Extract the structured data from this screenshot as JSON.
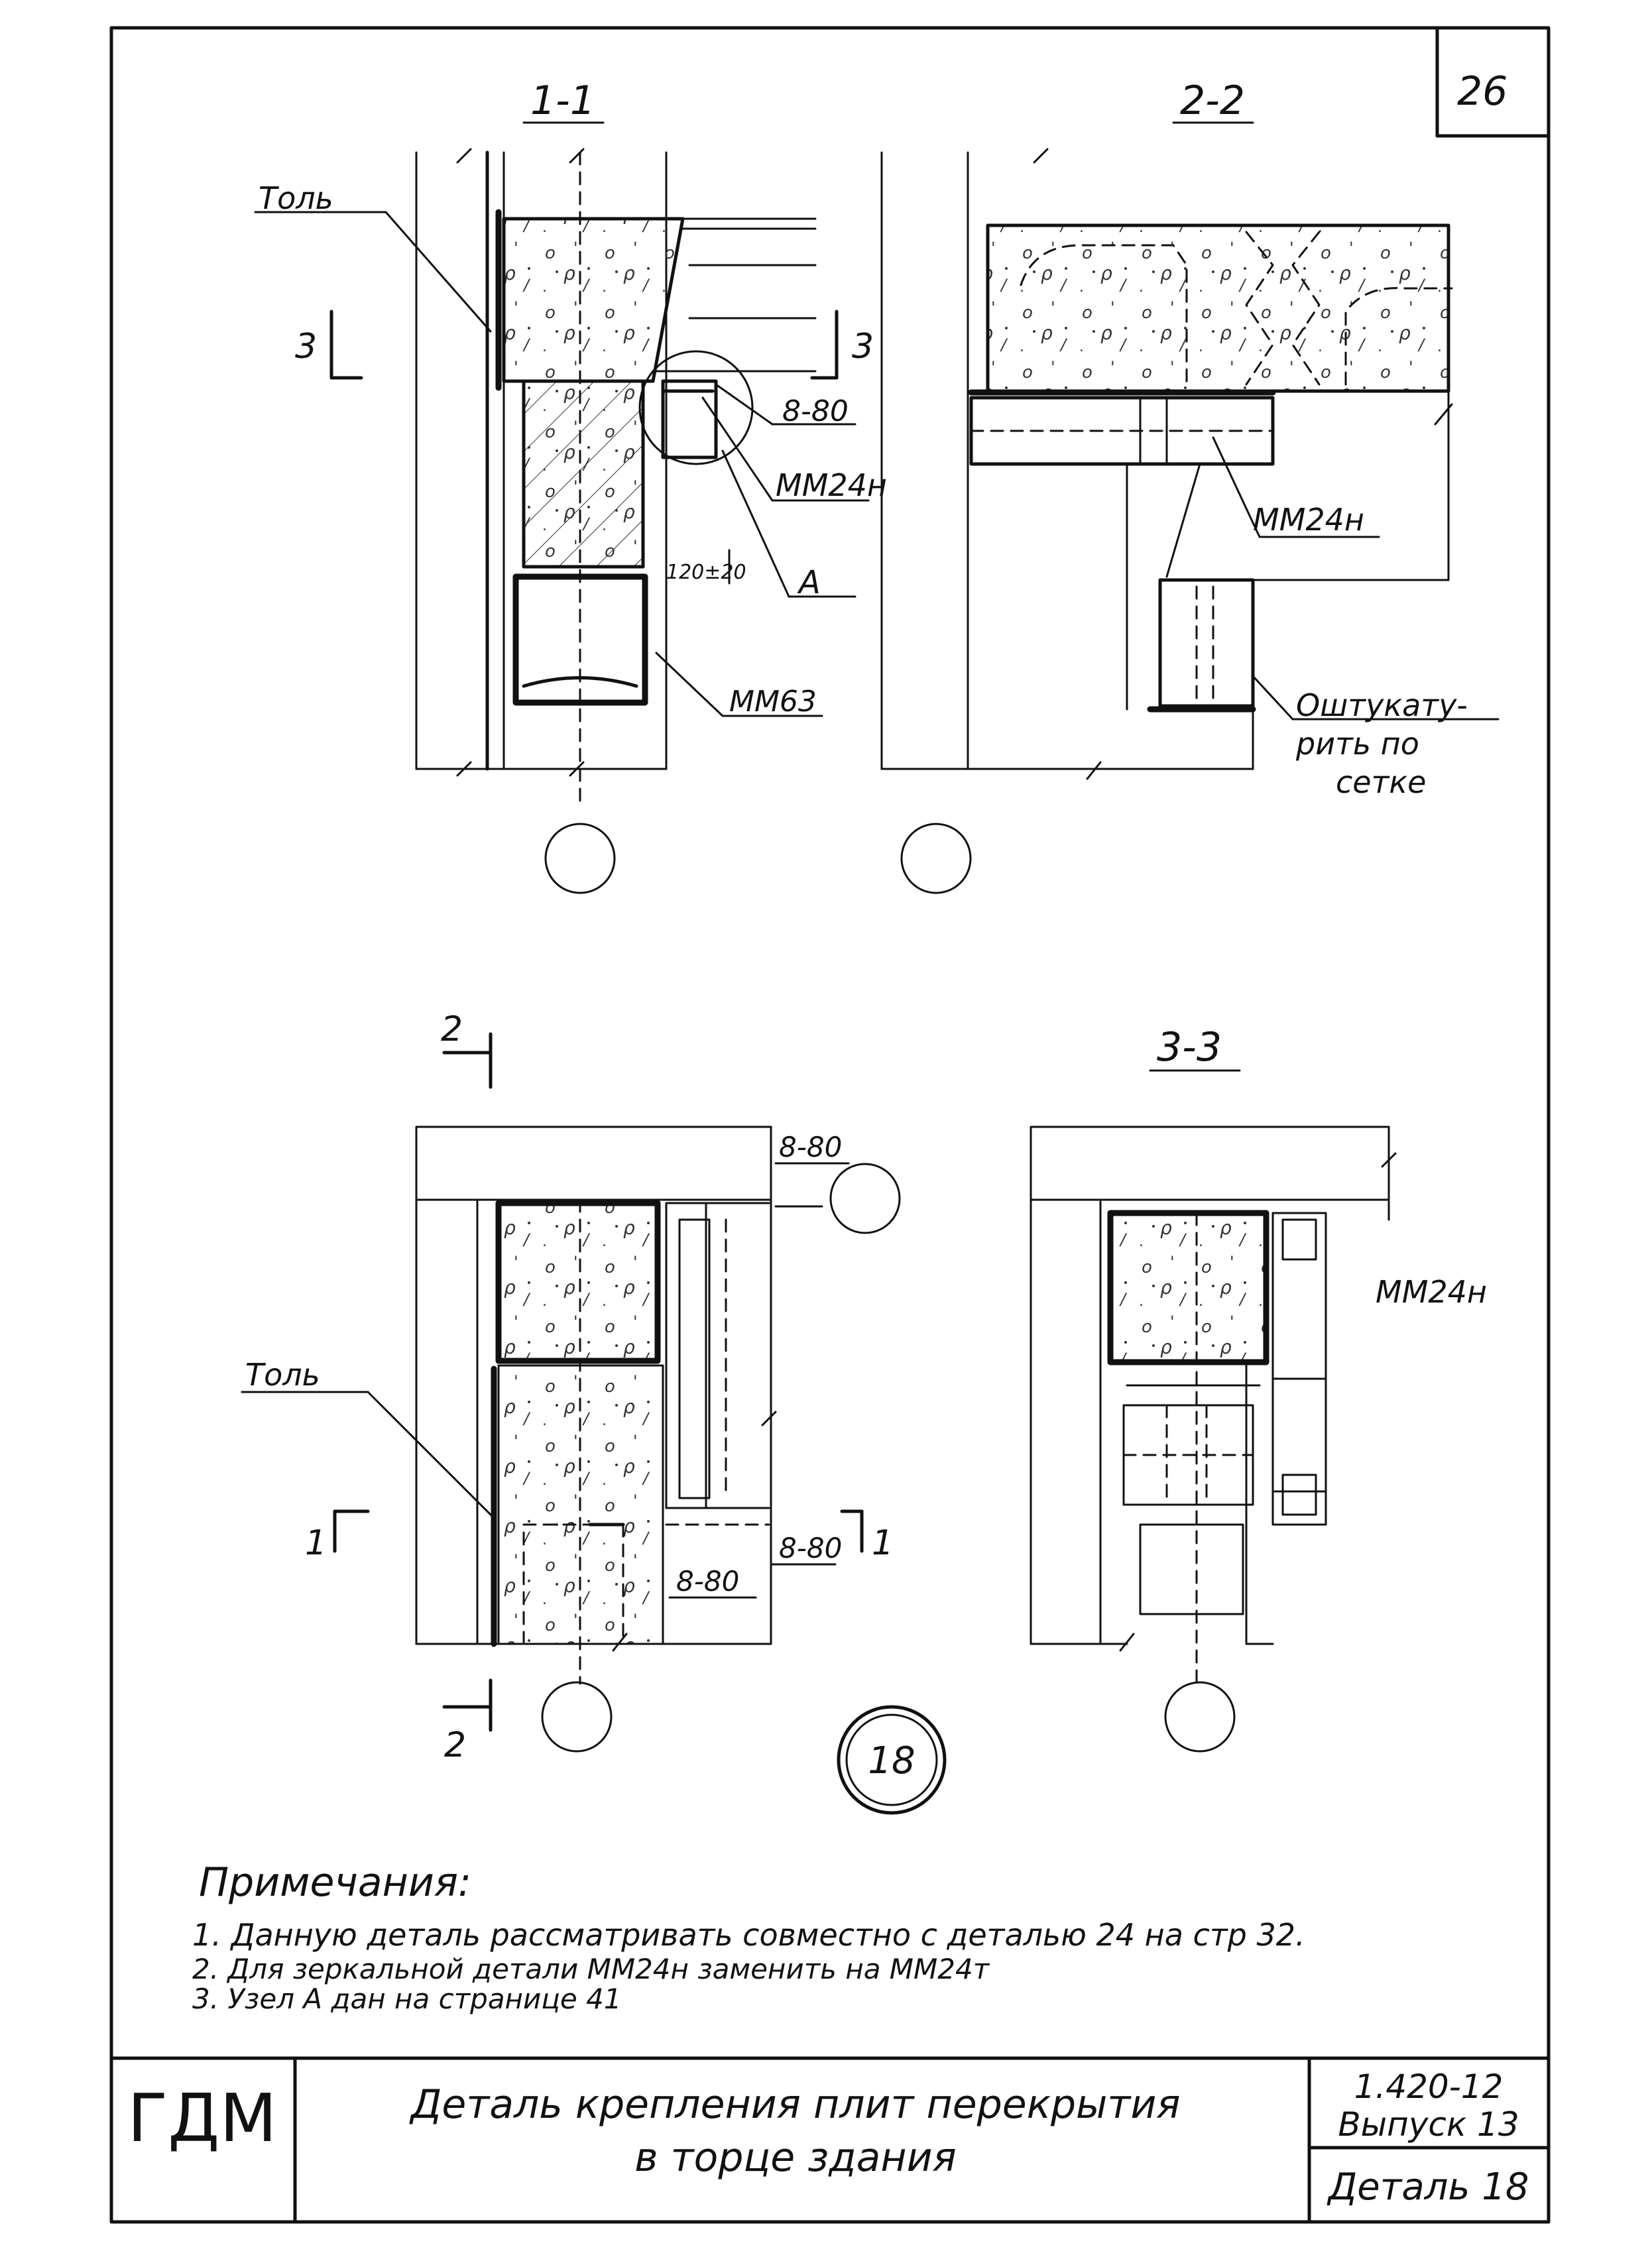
{
  "sheet": {
    "page_number": "26",
    "sections": {
      "s11": "1-1",
      "s22": "2-2",
      "s33": "3-3"
    },
    "cut_marks": {
      "three_left": "3",
      "three_right": "3",
      "two_top": "2",
      "two_bottom": "2",
      "one_left": "1",
      "one_right": "1"
    },
    "labels": {
      "tol_top": "Толь",
      "tol_bottom": "Толь",
      "dim_8_80_a": "8-80",
      "mm24_a": "ММ24н",
      "dim_120": "120±20",
      "node_a": "А",
      "mm63": "ММ63",
      "mm24_b": "ММ24н",
      "plaster_1": "Оштукату-",
      "plaster_2": "рить по",
      "plaster_3": "сетке",
      "dim_8_80_b": "8-80",
      "dim_8_80_c": "8-80",
      "dim_8_80_d": "8-80",
      "mm24_c": "ММ24н",
      "detail_circle": "18"
    },
    "notes": {
      "title": "Примечания:",
      "items": [
        "1. Данную деталь рассматривать совместно с деталью 24 на стр 32.",
        "2. Для зеркальной детали ММ24н заменить на ММ24т",
        "3. Узел А дан на странице 41"
      ]
    },
    "title_block": {
      "logo": "ГДМ",
      "title_line1": "Деталь крепления плит перекрытия",
      "title_line2": "в торце здания",
      "series": "1.420-12",
      "issue": "Выпуск 13",
      "detail": "Деталь 18"
    }
  }
}
